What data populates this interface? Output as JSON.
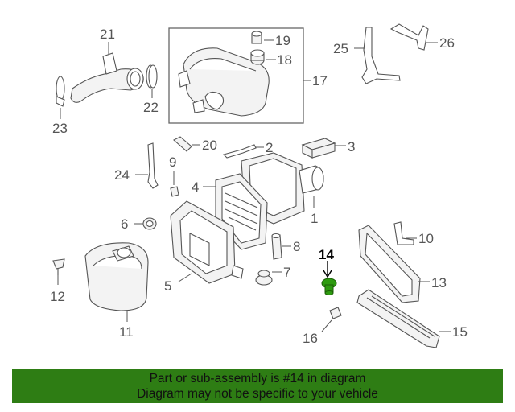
{
  "diagram": {
    "highlight_color": "#2e9b10",
    "callouts": {
      "n1": "1",
      "n2": "2",
      "n3": "3",
      "n4": "4",
      "n5": "5",
      "n6": "6",
      "n7": "7",
      "n8": "8",
      "n9": "9",
      "n10": "10",
      "n11": "11",
      "n12": "12",
      "n13": "13",
      "n14": "14",
      "n15": "15",
      "n16": "16",
      "n17": "17",
      "n18": "18",
      "n19": "19",
      "n20": "20",
      "n21": "21",
      "n22": "22",
      "n23": "23",
      "n24": "24",
      "n25": "25",
      "n26": "26"
    }
  },
  "banner": {
    "background": "#2e7d14",
    "line1": "Part or sub-assembly is #14 in diagram",
    "line2": "Diagram may not be specific to your vehicle"
  }
}
